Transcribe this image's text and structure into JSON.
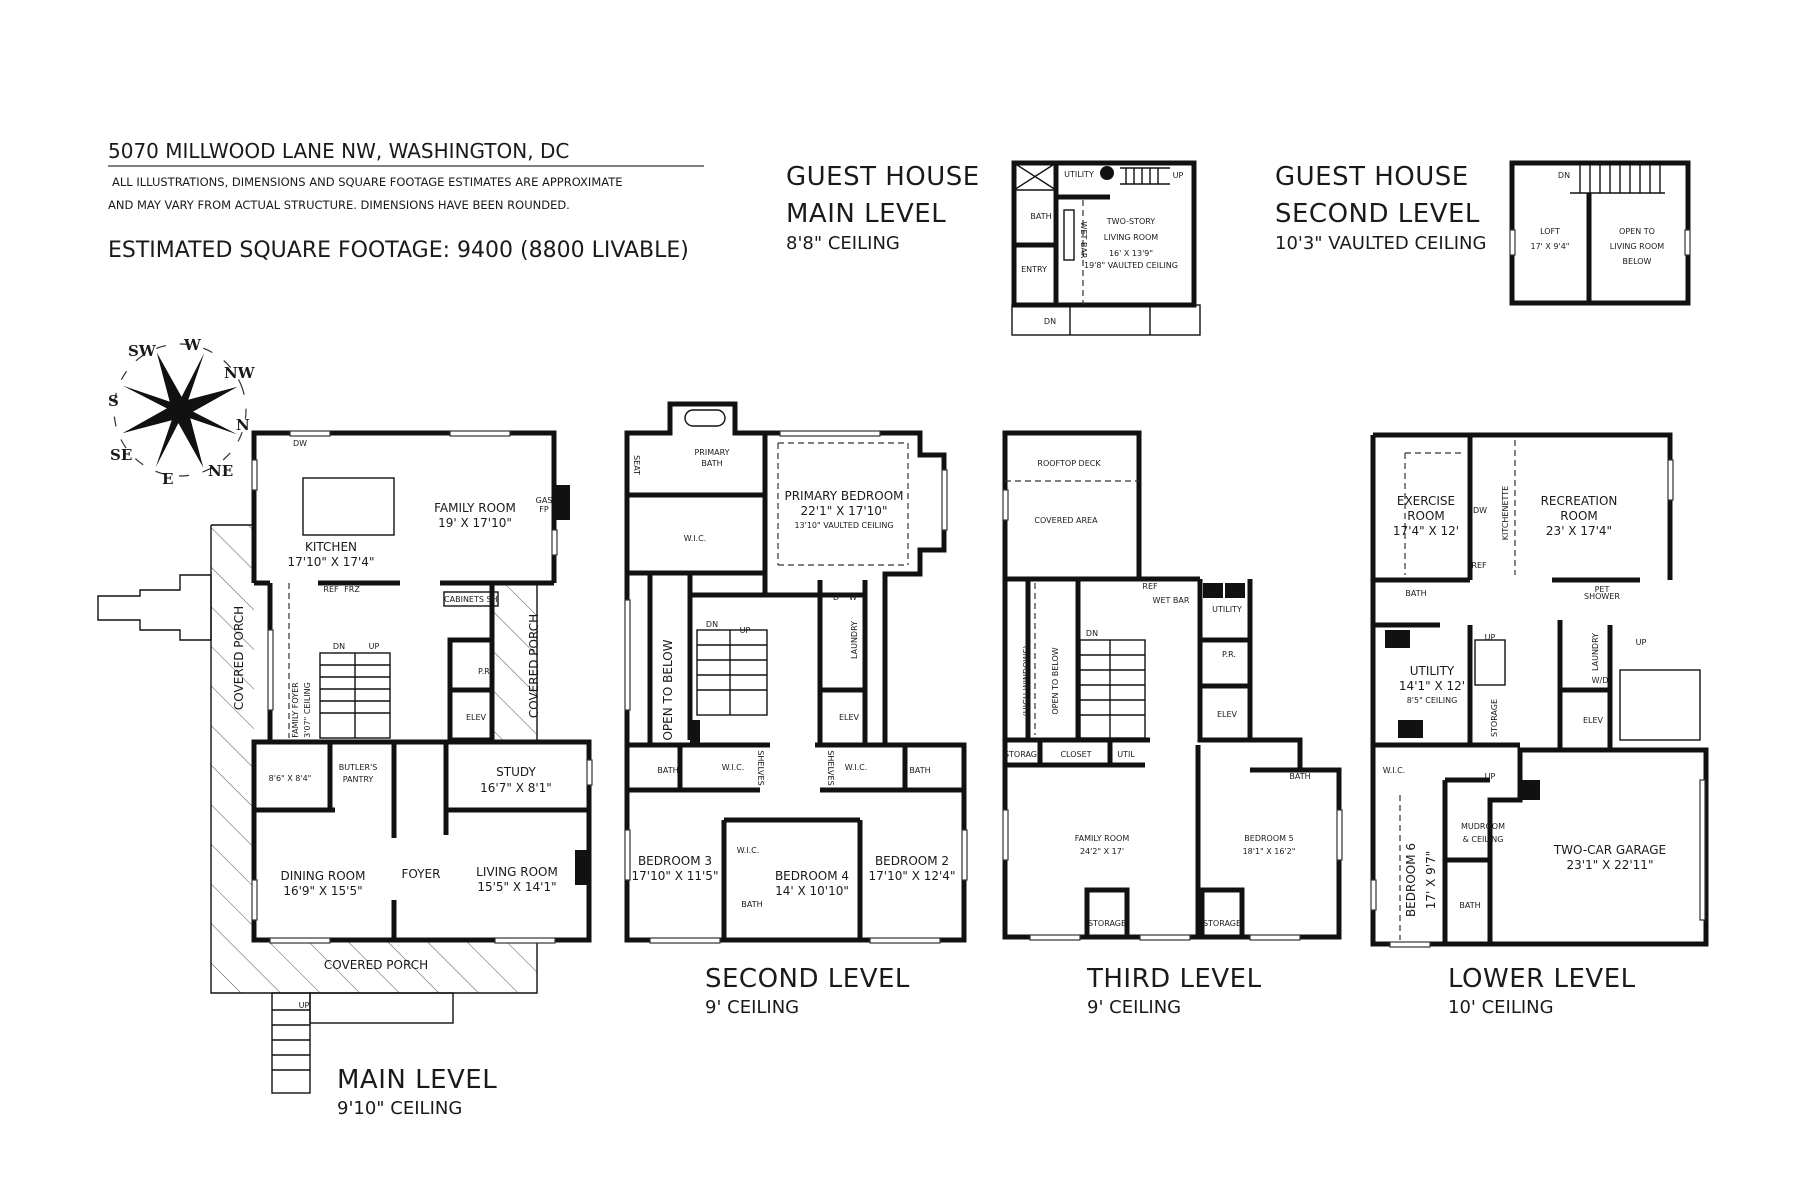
{
  "header": {
    "address": "5070 MILLWOOD LANE NW, WASHINGTON, DC",
    "disclaimer_line1": "ALL ILLUSTRATIONS, DIMENSIONS AND SQUARE FOOTAGE ESTIMATES ARE APPROXIMATE",
    "disclaimer_line2": "AND MAY VARY FROM ACTUAL STRUCTURE. DIMENSIONS HAVE BEEN ROUNDED.",
    "square_footage": "ESTIMATED SQUARE FOOTAGE: 9400 (8800 LIVABLE)"
  },
  "compass": [
    "N",
    "NE",
    "E",
    "SE",
    "S",
    "SW",
    "W",
    "NW"
  ],
  "guest_main": {
    "title1": "GUEST HOUSE",
    "title2": "MAIN LEVEL",
    "ceiling": "8'8\" CEILING",
    "rooms": {
      "utility": "UTILITY",
      "up": "UP",
      "bath": "BATH",
      "entry": "ENTRY",
      "wet_bar": "WET BAR",
      "dn": "DN",
      "living1": "TWO-STORY",
      "living2": "LIVING ROOM",
      "living_dims": "16' X 13'9\"",
      "living_ceiling": "19'8\" VAULTED CEILING"
    }
  },
  "guest_second": {
    "title1": "GUEST HOUSE",
    "title2": "SECOND LEVEL",
    "ceiling": "10'3\" VAULTED CEILING",
    "rooms": {
      "dn": "DN",
      "loft": "LOFT",
      "loft_dims": "17' X 9'4\"",
      "open1": "OPEN TO",
      "open2": "LIVING ROOM",
      "open3": "BELOW"
    }
  },
  "main": {
    "title": "MAIN LEVEL",
    "ceiling": "9'10\" CEILING",
    "rooms": {
      "family": "FAMILY ROOM",
      "family_dims": "19' X 17'10\"",
      "kitchen": "KITCHEN",
      "kitchen_dims": "17'10\" X 17'4\"",
      "dw": "DW",
      "ref": "REF",
      "frz": "FRZ",
      "gas_fp": "GAS",
      "fp": "FP",
      "family_foyer": "FAMILY FOYER",
      "family_foyer_ceiling": "3'07\" CEILING",
      "porch_left": "COVERED PORCH",
      "porch_right": "COVERED PORCH",
      "porch_bottom": "COVERED PORCH",
      "cabinets": "CABINETS",
      "sh": "SH",
      "pr": "P.R.",
      "elev": "ELEV",
      "dn": "DN",
      "up": "UP",
      "up2": "UP",
      "nook_dims": "8'6\" X 8'4\"",
      "butlers1": "BUTLER'S",
      "butlers2": "PANTRY",
      "study": "STUDY",
      "study_dims": "16'7\" X 8'1\"",
      "dining": "DINING ROOM",
      "dining_dims": "16'9\" X 15'5\"",
      "foyer": "FOYER",
      "living": "LIVING ROOM",
      "living_dims": "15'5\" X 14'1\""
    }
  },
  "second": {
    "title": "SECOND LEVEL",
    "ceiling": "9' CEILING",
    "rooms": {
      "primary_bath1": "PRIMARY",
      "primary_bath2": "BATH",
      "seat": "SEAT",
      "primary_bed": "PRIMARY BEDROOM",
      "primary_bed_dims": "22'1\" X 17'10\"",
      "primary_bed_ceiling": "13'10\" VAULTED CEILING",
      "wic": "W.I.C.",
      "open_below": "OPEN TO BELOW",
      "dn": "DN",
      "up": "UP",
      "d": "D",
      "w": "W",
      "laundry": "LAUNDRY",
      "elev": "ELEV",
      "bath_l": "BATH",
      "wic_l": "W.I.C.",
      "shelves_l": "SHELVES",
      "shelves_r": "SHELVES",
      "wic_r": "W.I.C.",
      "bath_r": "BATH",
      "bed3": "BEDROOM 3",
      "bed3_dims": "17'10\" X 11'5\"",
      "wic_4": "W.I.C.",
      "bath_4": "BATH",
      "bed4": "BEDROOM 4",
      "bed4_dims": "14' X 10'10\"",
      "bed2": "BEDROOM 2",
      "bed2_dims": "17'10\" X 12'4\""
    }
  },
  "third": {
    "title": "THIRD LEVEL",
    "ceiling": "9' CEILING",
    "rooms": {
      "rooftop": "ROOFTOP DECK",
      "covered": "COVERED AREA",
      "ref": "REF",
      "wet_bar": "WET BAR",
      "utility": "UTILITY",
      "pr": "P.R.",
      "elev": "ELEV",
      "high_windows": "(HIGH WINDOWS)",
      "open_below": "OPEN TO BELOW",
      "dn": "DN",
      "storage1": "STORAGE",
      "closet": "CLOSET",
      "util": "UTIL",
      "family": "FAMILY ROOM",
      "family_dims": "24'2\" X 17'",
      "bath": "BATH",
      "bed5": "BEDROOM 5",
      "bed5_dims": "18'1\" X 16'2\"",
      "storage2": "STORAGE",
      "storage3": "STORAGE"
    }
  },
  "lower": {
    "title": "LOWER LEVEL",
    "ceiling": "10' CEILING",
    "rooms": {
      "exercise1": "EXERCISE",
      "exercise2": "ROOM",
      "exercise_dims": "17'4\" X 12'",
      "dw": "DW",
      "ref": "REF",
      "kitchenette": "KITCHENETTE",
      "rec1": "RECREATION",
      "rec2": "ROOM",
      "rec_dims": "23' X 17'4\"",
      "bath": "BATH",
      "pet_shower1": "PET",
      "pet_shower2": "SHOWER",
      "utility": "UTILITY",
      "utility_dims": "14'1\" X 12'",
      "utility_ceiling": "8'5\" CEILING",
      "up1": "UP",
      "up2": "UP",
      "up3": "UP",
      "storage": "STORAGE",
      "laundry": "LAUNDRY",
      "wd": "W/D",
      "elev": "ELEV",
      "wic": "W.I.C.",
      "mudroom1": "MUDROOM",
      "mudroom2": "& CEILING",
      "bed6": "BEDROOM 6",
      "bed6_dims": "17' X 9'7\"",
      "garage": "TWO-CAR GARAGE",
      "garage_dims": "23'1\" X 22'11\"",
      "bath2": "BATH"
    }
  }
}
